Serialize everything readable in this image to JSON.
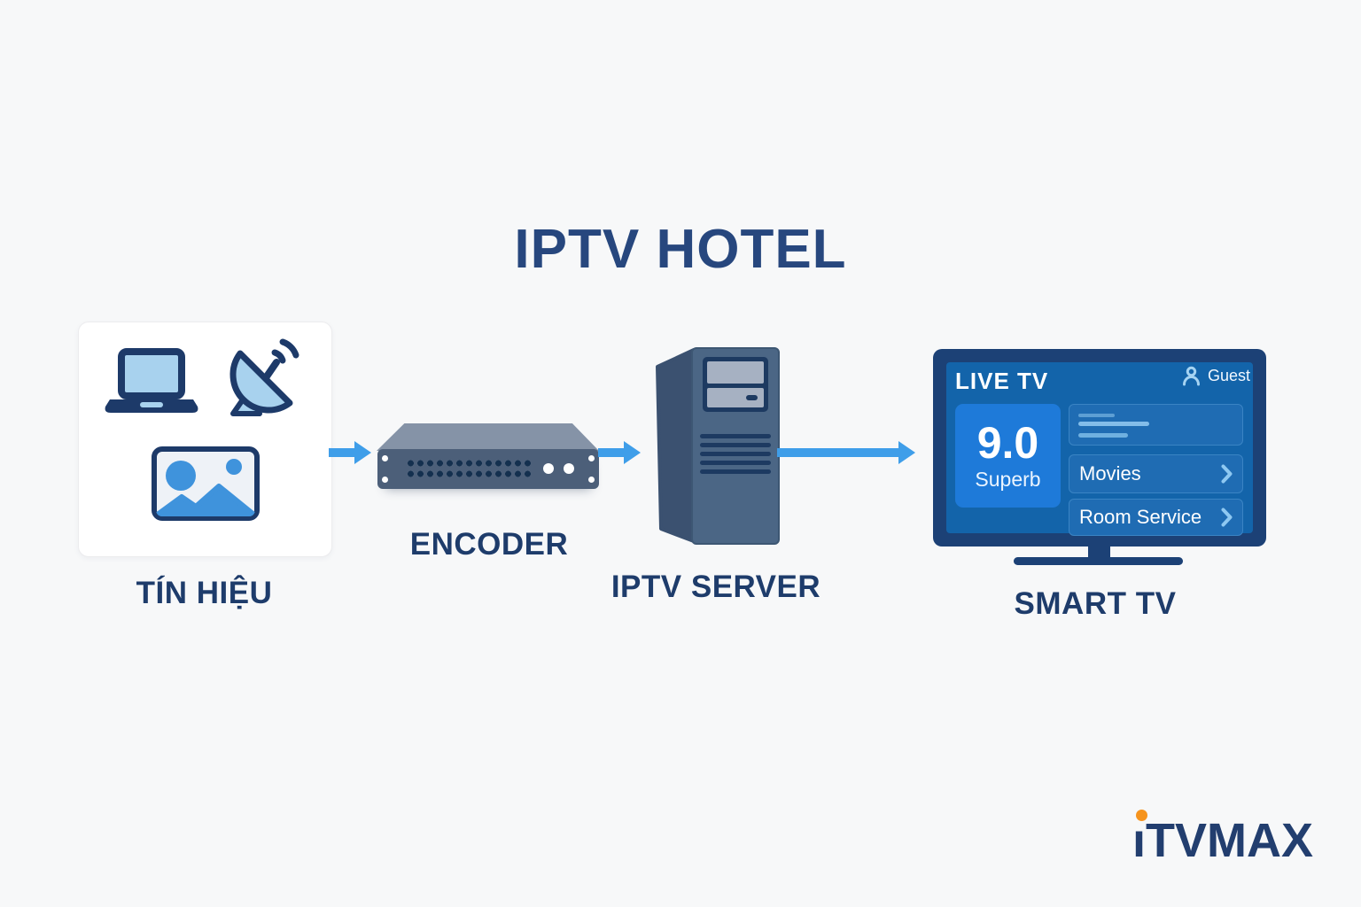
{
  "title": "IPTV HOTEL",
  "nodes": {
    "source": {
      "label": "TÍN HIỆU",
      "icons": [
        "laptop-icon",
        "satellite-dish-icon",
        "image-icon"
      ]
    },
    "encoder": {
      "label": "ENCODER"
    },
    "server": {
      "label": "IPTV SERVER"
    },
    "smart_tv": {
      "label": "SMART TV"
    }
  },
  "tv_screen": {
    "header": "LIVE TV",
    "user_label": "Guest",
    "rating": {
      "score": "9.0",
      "caption": "Superb"
    },
    "menu_items": [
      "Movies",
      "Room Service"
    ]
  },
  "logo": {
    "brand": "iTVMAX",
    "stem_glyph": "ı",
    "rest": "TVMAX"
  },
  "colors": {
    "navy_text": "#1e3c6b",
    "arrow_blue": "#3f9ee9",
    "tv_screen_blue": "#1364aa",
    "rating_card_blue": "#1e7ad9",
    "menu_card_blue": "#1f6cb3",
    "logo_dot_orange": "#f6941e",
    "background": "#f7f8f9"
  }
}
